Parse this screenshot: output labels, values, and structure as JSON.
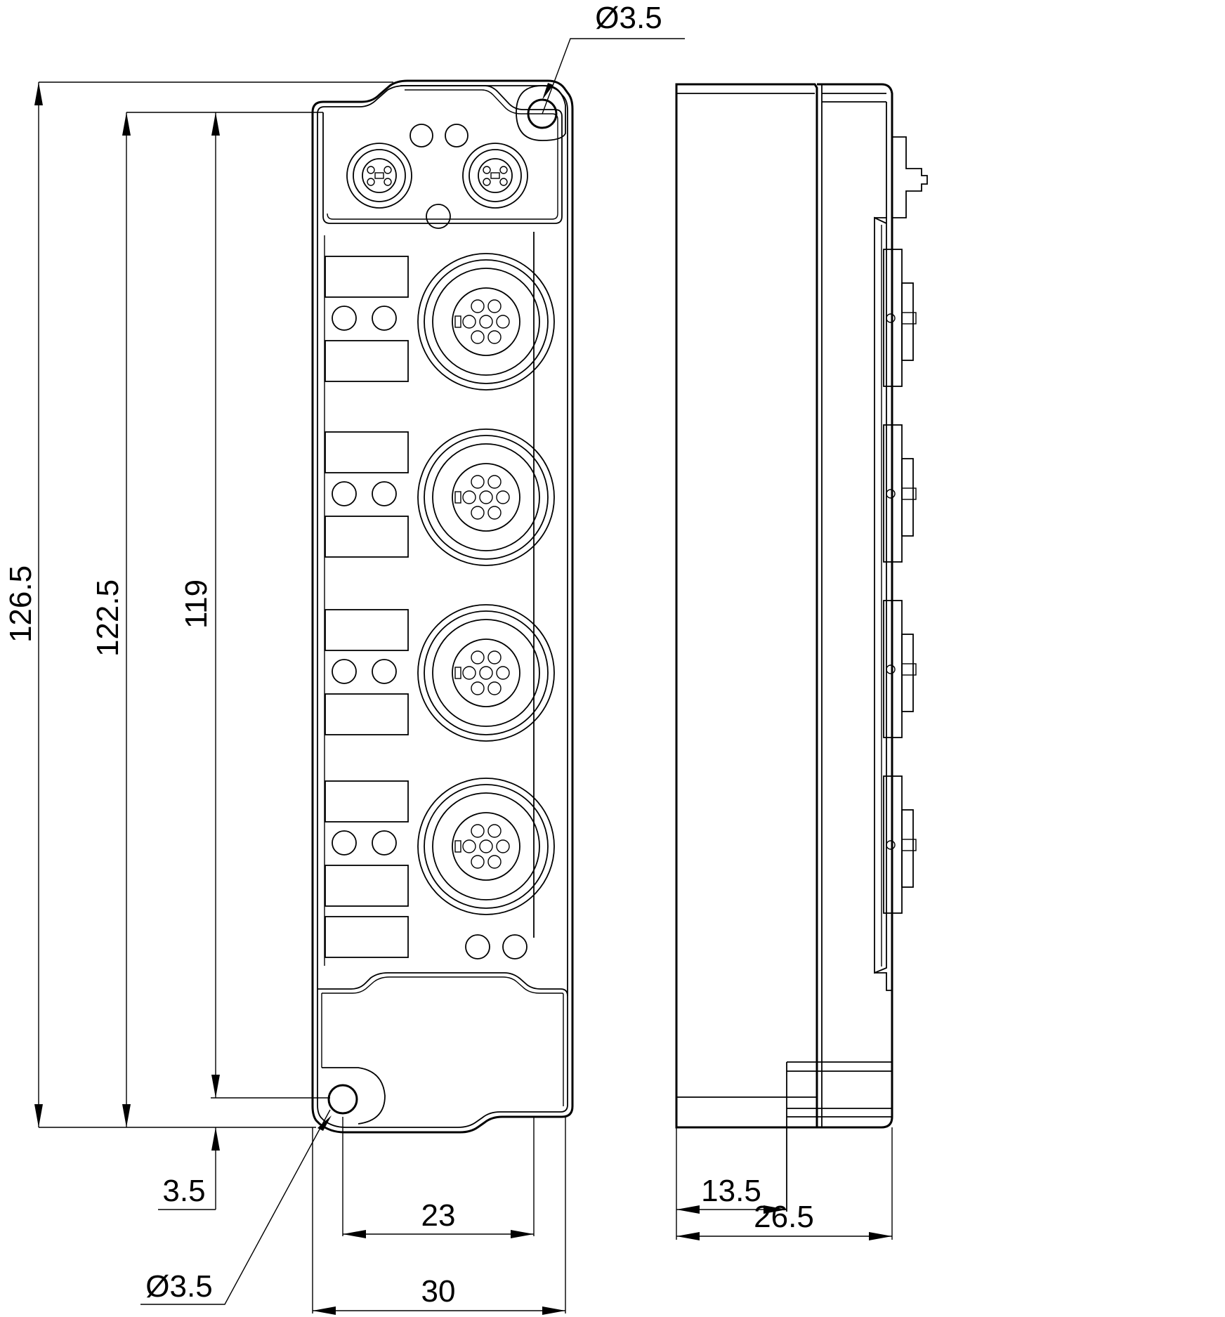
{
  "dimensions": {
    "total_height": "126.5",
    "mount_pitch_height": "122.5",
    "inner_height": "119",
    "hole_offset": "3.5",
    "hole_diameter_top": "Ø3.5",
    "hole_diameter_bottom": "Ø3.5",
    "inner_width": "23",
    "total_width": "30",
    "side_depth_partial": "13.5",
    "side_depth_total": "26.5"
  }
}
